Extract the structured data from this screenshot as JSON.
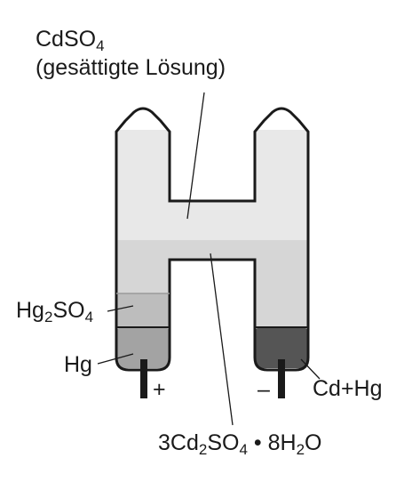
{
  "labels": {
    "electrolyte_formula_main": "CdSO",
    "electrolyte_formula_sub": "4",
    "electrolyte_note": "(gesättigte Lösung)",
    "mercurous_sulfate_a": "Hg",
    "mercurous_sulfate_sub1": "2",
    "mercurous_sulfate_b": "SO",
    "mercurous_sulfate_sub2": "4",
    "mercury": "Hg",
    "plus_sign": "+",
    "minus_sign": "–",
    "cadmium_amalgam": "Cd+Hg",
    "hydrate_a": "3Cd",
    "hydrate_sub1": "2",
    "hydrate_b": "SO",
    "hydrate_sub2": "4",
    "hydrate_c": "•",
    "hydrate_d": "8H",
    "hydrate_sub3": "2",
    "hydrate_e": "O"
  },
  "colors": {
    "solution": "#e8e8e8",
    "crystal_layer": "#d6d6d6",
    "paste": "#bdbdbd",
    "mercury": "#a3a3a3",
    "amalgam": "#555555",
    "outline": "#1a1a1a"
  }
}
